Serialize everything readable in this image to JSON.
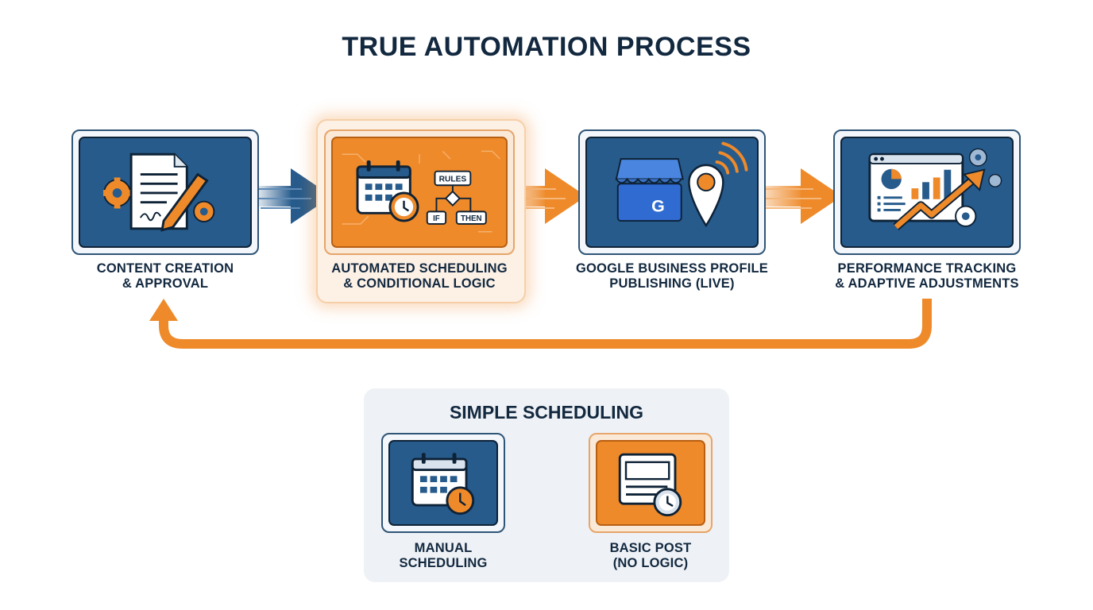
{
  "title": "TRUE AUTOMATION PROCESS",
  "colors": {
    "navy": "#12283f",
    "blue": "#275b8c",
    "orange": "#ee8a2a",
    "panel": "#eef1f5"
  },
  "steps": [
    {
      "line1": "CONTENT CREATION",
      "line2": "& APPROVAL",
      "icon": "document-pen-gears-icon"
    },
    {
      "line1": "AUTOMATED SCHEDULING",
      "line2": "& CONDITIONAL LOGIC",
      "icon": "calendar-rules-icon",
      "rules_label": "RULES",
      "if_label": "IF",
      "then_label": "THEN"
    },
    {
      "line1": "GOOGLE BUSINESS PROFILE",
      "line2": "PUBLISHING (LIVE)",
      "icon": "storefront-location-icon",
      "badge_letter": "G"
    },
    {
      "line1": "PERFORMANCE TRACKING",
      "line2": "& ADAPTIVE ADJUSTMENTS",
      "icon": "analytics-growth-icon"
    }
  ],
  "simple": {
    "title": "SIMPLE SCHEDULING",
    "items": [
      {
        "line1": "MANUAL",
        "line2": "SCHEDULING",
        "icon": "calendar-clock-icon"
      },
      {
        "line1": "BASIC POST",
        "line2": "(NO LOGIC)",
        "icon": "post-clock-icon"
      }
    ]
  }
}
